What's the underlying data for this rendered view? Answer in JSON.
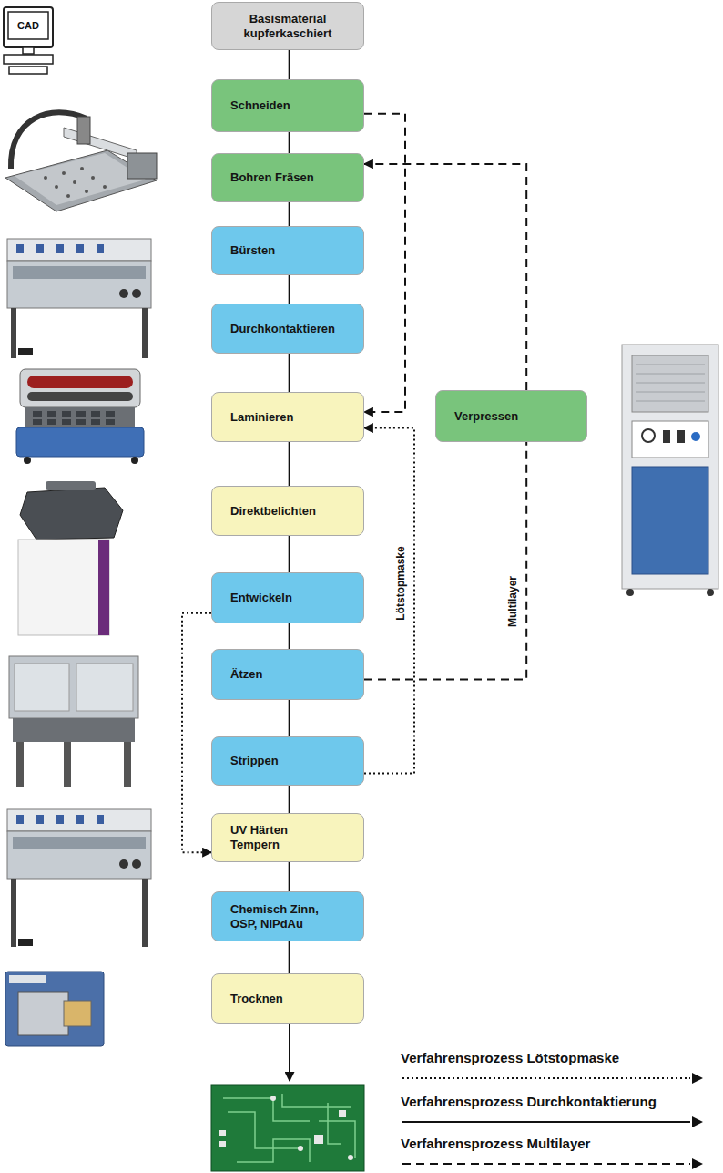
{
  "diagram": {
    "nodes": [
      {
        "text": [
          "Basismaterial kupferkaschiert"
        ]
      },
      {
        "text": [
          "Schneiden"
        ]
      },
      {
        "text": [
          "Bohren Fräsen"
        ]
      },
      {
        "text": [
          "Bürsten"
        ]
      },
      {
        "text": [
          "Durchkontaktieren"
        ]
      },
      {
        "text": [
          "Laminieren"
        ]
      },
      {
        "text": [
          "Verpressen"
        ]
      },
      {
        "text": [
          "Direktbelichten"
        ]
      },
      {
        "text": [
          "Entwickeln"
        ]
      },
      {
        "text": [
          "Ätzen"
        ]
      },
      {
        "text": [
          "Strippen"
        ]
      },
      {
        "text": [
          "UV Härten Tempern"
        ]
      },
      {
        "text": [
          "Chemisch Zinn, OSP, NiPdAu"
        ]
      },
      {
        "text": [
          "Trocknen"
        ]
      }
    ],
    "edges": [
      {
        "from": 0,
        "to": 1,
        "arrow": "none"
      },
      {
        "from": 1,
        "to": 2,
        "arrow": "none"
      },
      {
        "from": 2,
        "to": 3,
        "arrow": "none"
      },
      {
        "from": 3,
        "to": 4,
        "arrow": "none"
      },
      {
        "from": 4,
        "to": 5,
        "arrow": "none"
      },
      {
        "from": 5,
        "to": 7,
        "arrow": "none"
      },
      {
        "from": 7,
        "to": 8,
        "arrow": "none"
      },
      {
        "from": 8,
        "to": 9,
        "arrow": "none"
      },
      {
        "from": 9,
        "to": 10,
        "arrow": "none"
      },
      {
        "from": 10,
        "to": 11,
        "arrow": "none"
      },
      {
        "from": 11,
        "to": 12,
        "arrow": "none"
      },
      {
        "from": 12,
        "to": 13,
        "arrow": "none"
      },
      {
        "from": 1,
        "to": 5,
        "arrow": "to"
      },
      {
        "from": 9,
        "to": 6,
        "arrow": "none",
        "label": "Multilayer"
      },
      {
        "from": 6,
        "to": 2,
        "arrow": "to"
      },
      {
        "from": 10,
        "to": 5,
        "arrow": "to",
        "label": "Lötstopmaske"
      },
      {
        "from": 8,
        "to": 11,
        "arrow": "to"
      }
    ],
    "labels": [
      "CAD"
    ],
    "legend": [
      {
        "text": "Verfahrensprozess Lötstopmaske"
      },
      {
        "text": "Verfahrensprozess Durchkontaktierung"
      },
      {
        "text": "Verfahrensprozess Multilayer"
      }
    ]
  }
}
